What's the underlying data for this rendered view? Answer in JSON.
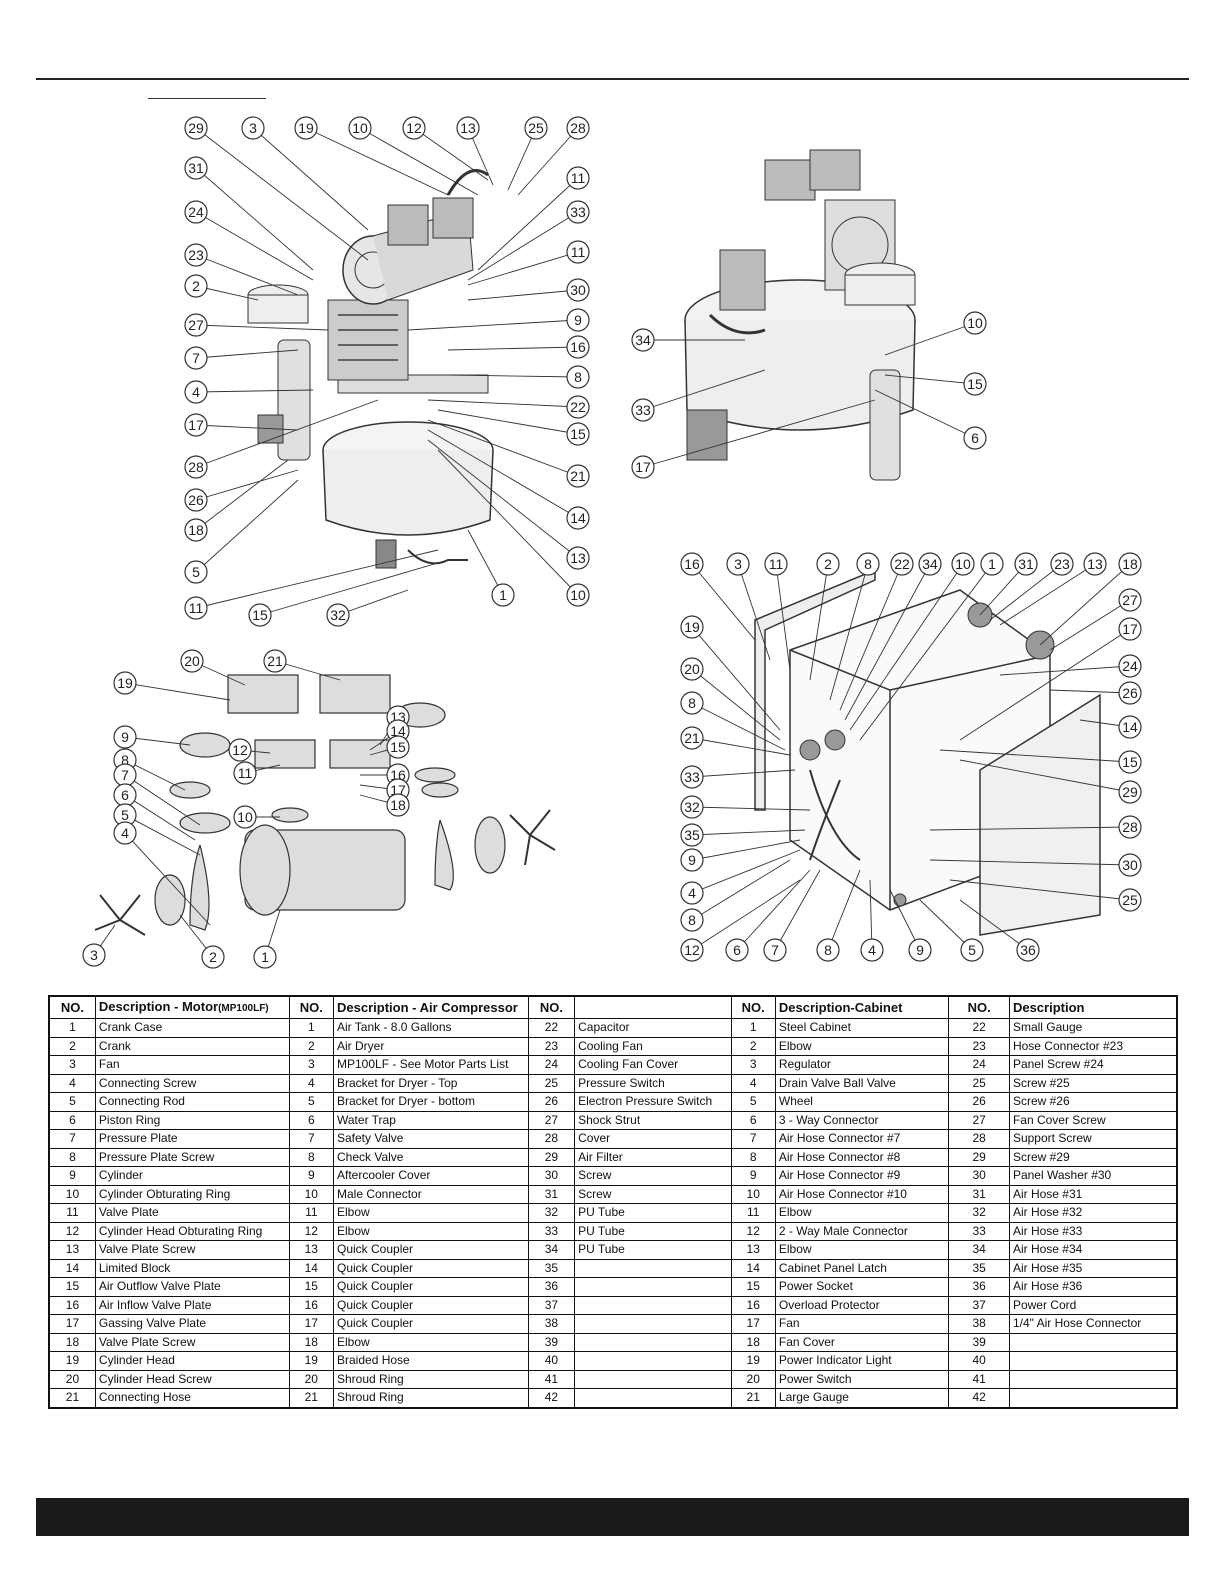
{
  "table": {
    "headers": {
      "no": "NO.",
      "motor": "Description - Motor",
      "motor_suffix": "(MP100LF)",
      "compressor": "Description - Air Compressor",
      "compressor_cont": "",
      "cabinet": "Description-Cabinet",
      "cabinet_cont": "Description"
    },
    "rows": [
      [
        "1",
        "Crank Case",
        "1",
        " Air Tank - 8.0 Gallons",
        "22",
        "Capacitor",
        "1",
        "Steel Cabinet",
        "22",
        "Small Gauge"
      ],
      [
        "2",
        "Crank",
        "2",
        "Air Dryer",
        "23",
        "Cooling Fan",
        "2",
        "Elbow",
        "23",
        "Hose Connector #23"
      ],
      [
        "3",
        "Fan",
        "3",
        "MP100LF - See Motor Parts List",
        "24",
        "Cooling Fan Cover",
        "3",
        "Regulator",
        "24",
        "Panel Screw #24"
      ],
      [
        "4",
        "Connecting Screw",
        "4",
        "Bracket for Dryer - Top",
        "25",
        "Pressure Switch",
        "4",
        "Drain Valve Ball Valve",
        "25",
        "Screw #25"
      ],
      [
        "5",
        "Connecting Rod",
        "5",
        "Bracket for Dryer - bottom",
        "26",
        "Electron Pressure Switch",
        "5",
        "Wheel",
        "26",
        "Screw #26"
      ],
      [
        "6",
        "Piston Ring",
        "6",
        "Water Trap",
        "27",
        "Shock Strut",
        "6",
        "3 - Way Connector",
        "27",
        "Fan Cover Screw"
      ],
      [
        "7",
        "Pressure Plate",
        "7",
        "Safety Valve",
        "28",
        "Cover",
        "7",
        "Air Hose Connector #7",
        "28",
        "Support Screw"
      ],
      [
        "8",
        "Pressure Plate Screw",
        "8",
        "Check Valve",
        "29",
        "Air Filter",
        "8",
        "Air Hose Connector #8",
        "29",
        "Screw #29"
      ],
      [
        "9",
        "Cylinder",
        "9",
        "Aftercooler Cover",
        "30",
        "Screw",
        "9",
        "Air Hose Connector #9",
        "30",
        "Panel Washer #30"
      ],
      [
        "10",
        "Cylinder Obturating Ring",
        "10",
        "Male Connector",
        "31",
        "Screw",
        "10",
        "Air Hose Connector #10",
        "31",
        "Air Hose #31"
      ],
      [
        "11",
        "Valve Plate",
        "11",
        "Elbow",
        "32",
        "PU Tube",
        "11",
        "Elbow",
        "32",
        "Air Hose #32"
      ],
      [
        "12",
        "Cylinder Head Obturating Ring",
        "12",
        "Elbow",
        "33",
        "PU Tube",
        "12",
        "2 - Way Male Connector",
        "33",
        "Air Hose #33"
      ],
      [
        "13",
        "Valve Plate Screw",
        "13",
        "Quick Coupler",
        "34",
        "PU Tube",
        "13",
        "Elbow",
        "34",
        "Air Hose #34"
      ],
      [
        "14",
        "Limited Block",
        "14",
        "Quick Coupler",
        "35",
        "",
        "14",
        "Cabinet Panel Latch",
        "35",
        "Air Hose #35"
      ],
      [
        "15",
        "Air Outflow Valve Plate",
        "15",
        "Quick Coupler",
        "36",
        "",
        "15",
        "Power Socket",
        "36",
        "Air Hose #36"
      ],
      [
        "16",
        "Air Inflow Valve Plate",
        "16",
        "Quick Coupler",
        "37",
        "",
        "16",
        "Overload Protector",
        "37",
        "Power Cord"
      ],
      [
        "17",
        "Gassing Valve Plate",
        "17",
        "Quick Coupler",
        "38",
        "",
        "17",
        "Fan",
        "38",
        "1/4\" Air Hose Connector"
      ],
      [
        "18",
        "Valve Plate Screw",
        "18",
        "Elbow",
        "39",
        "",
        "18",
        "Fan Cover",
        "39",
        ""
      ],
      [
        "19",
        "Cylinder Head",
        "19",
        "Braided Hose",
        "40",
        "",
        "19",
        "Power Indicator Light",
        "40",
        ""
      ],
      [
        "20",
        "Cylinder Head Screw",
        "20",
        "Shroud Ring",
        "41",
        "",
        "20",
        "Power Switch",
        "41",
        ""
      ],
      [
        "21",
        "Connecting Hose",
        "21",
        "Shroud Ring",
        "42",
        "",
        "21",
        "Large Gauge",
        "42",
        ""
      ]
    ]
  },
  "diagrams": {
    "compressor_front": [
      "29",
      "3",
      "19",
      "10",
      "12",
      "13",
      "25",
      "28",
      "31",
      "11",
      "24",
      "33",
      "23",
      "11",
      "2",
      "30",
      "27",
      "9",
      "7",
      "16",
      "4",
      "8",
      "17",
      "22",
      "28",
      "15",
      "26",
      "21",
      "18",
      "14",
      "5",
      "13",
      "11",
      "15",
      "32",
      "1",
      "10"
    ],
    "compressor_rear": [
      "34",
      "10",
      "15",
      "33",
      "6",
      "17"
    ],
    "motor_exploded": [
      "20",
      "21",
      "19",
      "13",
      "14",
      "15",
      "12",
      "9",
      "16",
      "11",
      "8",
      "17",
      "18",
      "7",
      "10",
      "6",
      "5",
      "4",
      "3",
      "2",
      "1"
    ],
    "cabinet": [
      "16",
      "3",
      "11",
      "2",
      "8",
      "22",
      "34",
      "10",
      "1",
      "31",
      "23",
      "13",
      "18",
      "27",
      "19",
      "17",
      "20",
      "24",
      "8",
      "26",
      "21",
      "14",
      "33",
      "15",
      "32",
      "29",
      "35",
      "28",
      "9",
      "30",
      "4",
      "25",
      "8",
      "12",
      "6",
      "7",
      "8",
      "4",
      "9",
      "5",
      "36"
    ]
  }
}
